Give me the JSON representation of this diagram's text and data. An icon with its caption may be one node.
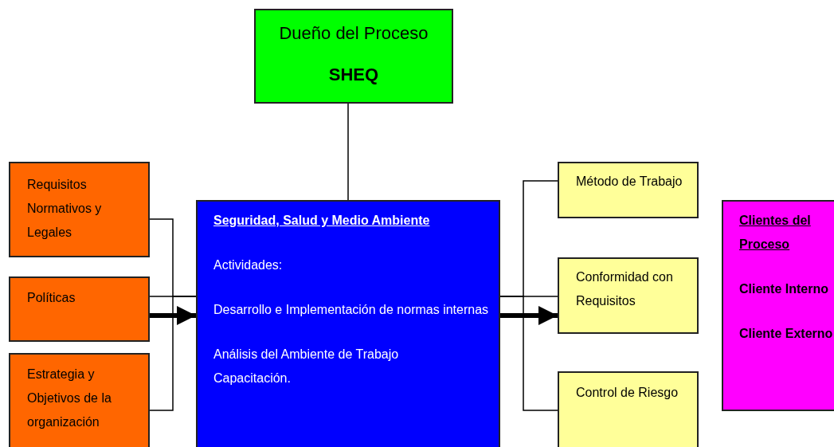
{
  "diagram": {
    "nodes": [
      {
        "text": [
          "Dueño del Proceso",
          "SHEQ"
        ]
      },
      {
        "text": [
          "Requisitos Normativos  y Legales"
        ]
      },
      {
        "text": [
          "Políticas"
        ]
      },
      {
        "text": [
          "Estrategia y Objetivos de la organización"
        ]
      },
      {
        "text": [
          "Seguridad, Salud y Medio Ambiente",
          "Actividades:",
          "Desarrollo e Implementación  de normas internas",
          "Análisis del Ambiente de Trabajo",
          "Capacitación."
        ]
      },
      {
        "text": [
          "Método de Trabajo"
        ]
      },
      {
        "text": [
          "Conformidad con Requisitos"
        ]
      },
      {
        "text": [
          "Control de Riesgo"
        ]
      },
      {
        "text": [
          "Clientes del Proceso",
          "Cliente Interno",
          "Cliente Externo"
        ]
      }
    ],
    "edges": [
      {
        "from": 0,
        "to": 4,
        "arrow": "none"
      },
      {
        "from": 1,
        "to": 4,
        "arrow": "none"
      },
      {
        "from": 2,
        "to": 4,
        "arrow": "none"
      },
      {
        "from": 3,
        "to": 4,
        "arrow": "none"
      },
      {
        "from": 2,
        "to": 4,
        "arrow": "to",
        "style": "thick"
      },
      {
        "from": 4,
        "to": 5,
        "arrow": "none"
      },
      {
        "from": 4,
        "to": 6,
        "arrow": "none"
      },
      {
        "from": 4,
        "to": 7,
        "arrow": "none"
      },
      {
        "from": 4,
        "to": 6,
        "arrow": "to",
        "style": "thick"
      }
    ]
  }
}
